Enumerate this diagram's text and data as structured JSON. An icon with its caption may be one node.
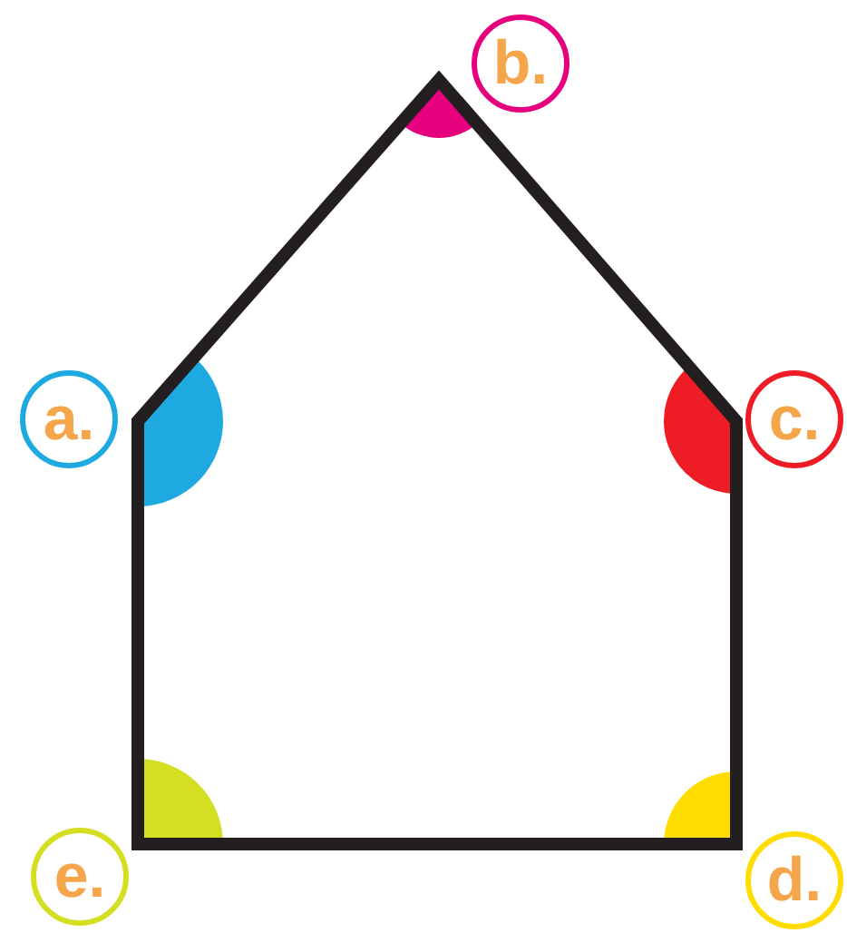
{
  "diagram": {
    "nodes": [
      {
        "text": [
          "b."
        ]
      },
      {
        "text": [
          "a."
        ]
      },
      {
        "text": [
          "c."
        ]
      },
      {
        "text": [
          "e."
        ]
      },
      {
        "text": [
          "d."
        ]
      }
    ]
  }
}
